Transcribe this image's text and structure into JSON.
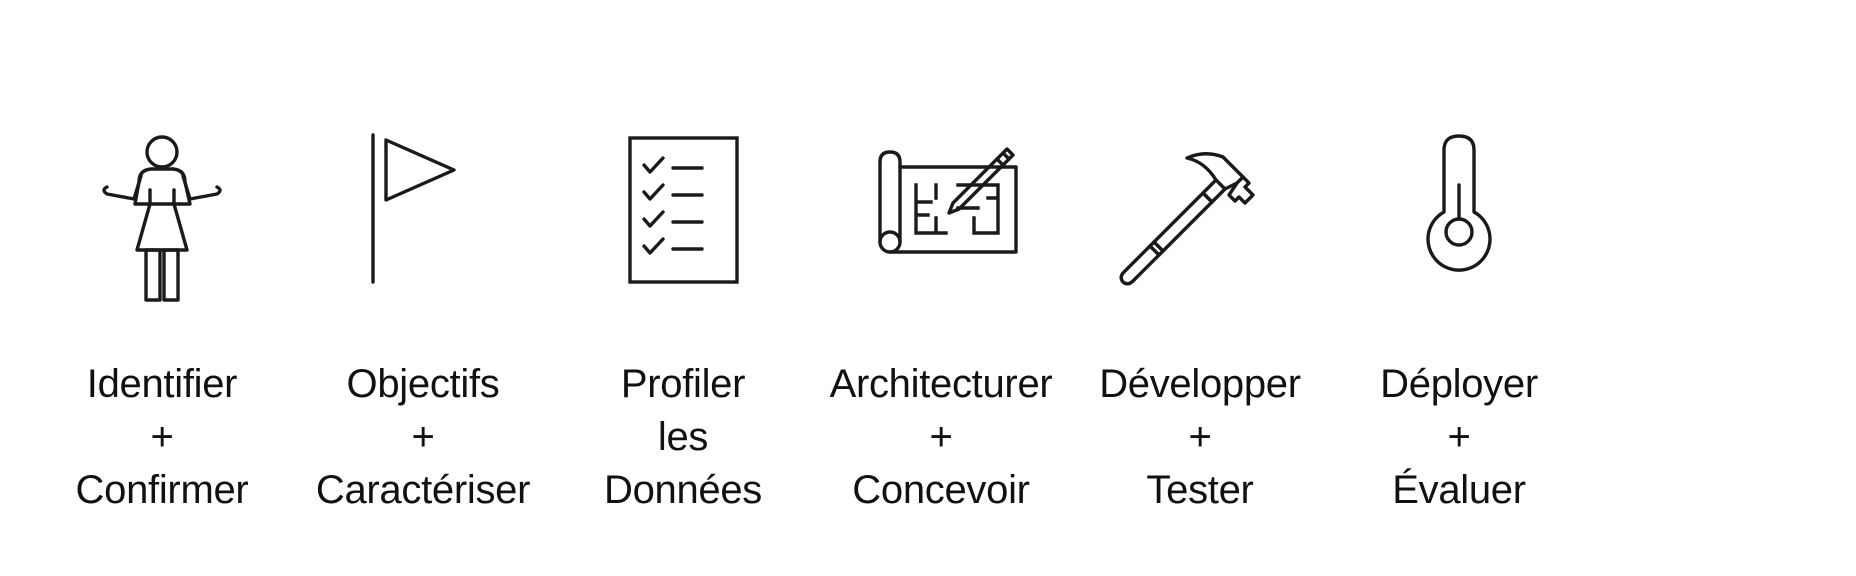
{
  "steps": [
    {
      "icon": "person-icon",
      "lines": [
        "Identifier",
        "+",
        "Confirmer"
      ]
    },
    {
      "icon": "flag-icon",
      "lines": [
        "Objectifs",
        "+",
        "Caractériser"
      ]
    },
    {
      "icon": "checklist-icon",
      "lines": [
        "Profiler",
        "les",
        "Données"
      ]
    },
    {
      "icon": "blueprint-icon",
      "lines": [
        "Architecturer",
        "+",
        "Concevoir"
      ]
    },
    {
      "icon": "hammer-icon",
      "lines": [
        "Développer",
        "+",
        "Tester"
      ]
    },
    {
      "icon": "thermometer-icon",
      "lines": [
        "Déployer",
        "+",
        "Évaluer"
      ]
    }
  ]
}
